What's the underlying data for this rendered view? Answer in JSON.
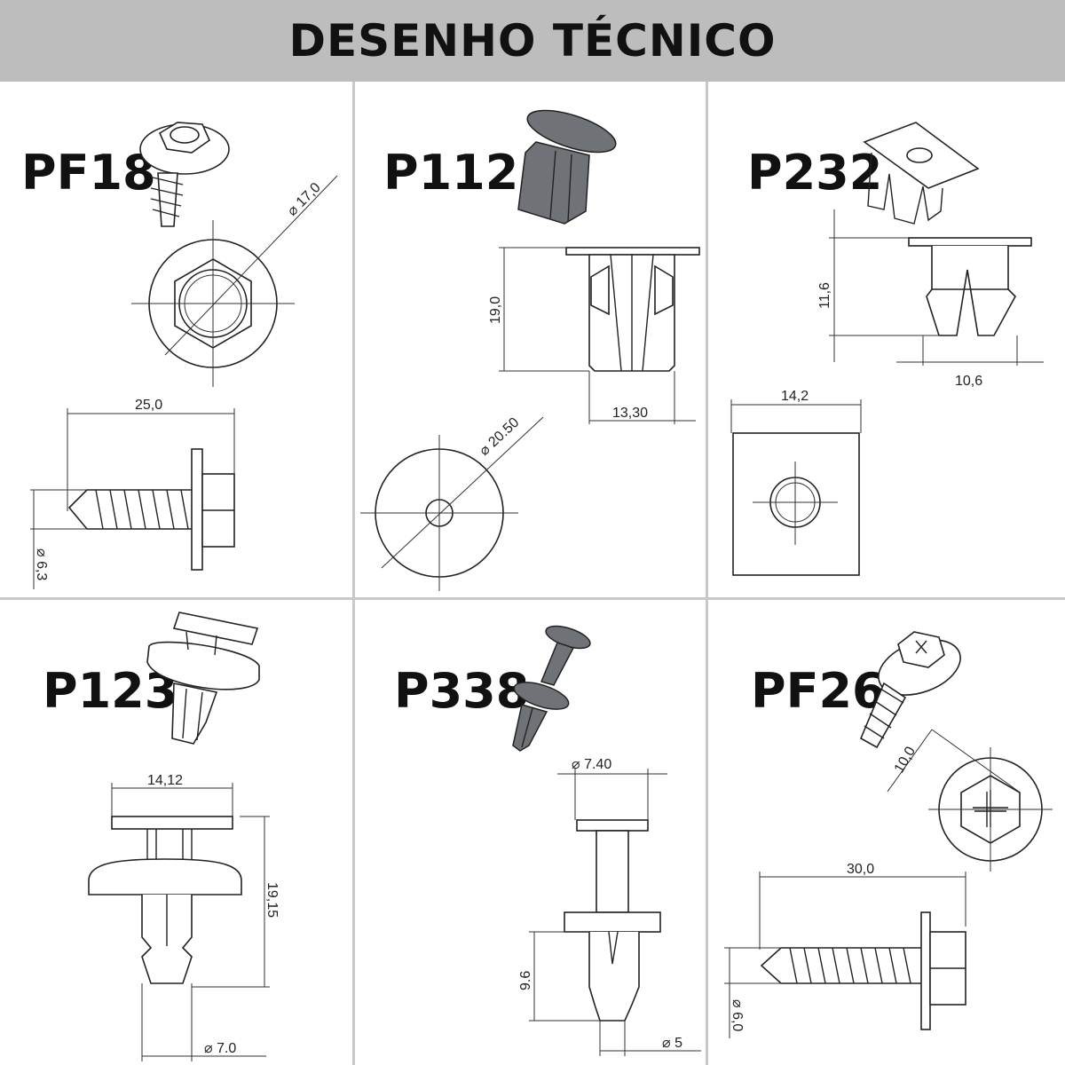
{
  "header": {
    "title": "DESENHO TÉCNICO"
  },
  "colors": {
    "header_bg": "#bdbdbd",
    "grid_line": "#c8c8c8",
    "ink": "#222222",
    "part_dark": "#6f7277"
  },
  "parts": [
    {
      "code": "PF18",
      "dims": {
        "head_diameter": "17,0",
        "length": "25,0",
        "thread_diameter": "6,3"
      }
    },
    {
      "code": "P112",
      "dims": {
        "height": "19,0",
        "body_width": "13,30",
        "head_diameter": "20.50"
      }
    },
    {
      "code": "P232",
      "dims": {
        "height": "11,6",
        "width": "10,6",
        "plate_width": "14,2"
      }
    },
    {
      "code": "P123",
      "dims": {
        "cap_width": "14,12",
        "height": "19,15",
        "shank_diameter": "7.0"
      }
    },
    {
      "code": "P338",
      "dims": {
        "head_diameter": "7.40",
        "length": "9.6",
        "shank_diameter": "5"
      }
    },
    {
      "code": "PF26",
      "dims": {
        "head_size": "10,0",
        "length": "30,0",
        "thread_diameter": "6,0"
      }
    }
  ]
}
